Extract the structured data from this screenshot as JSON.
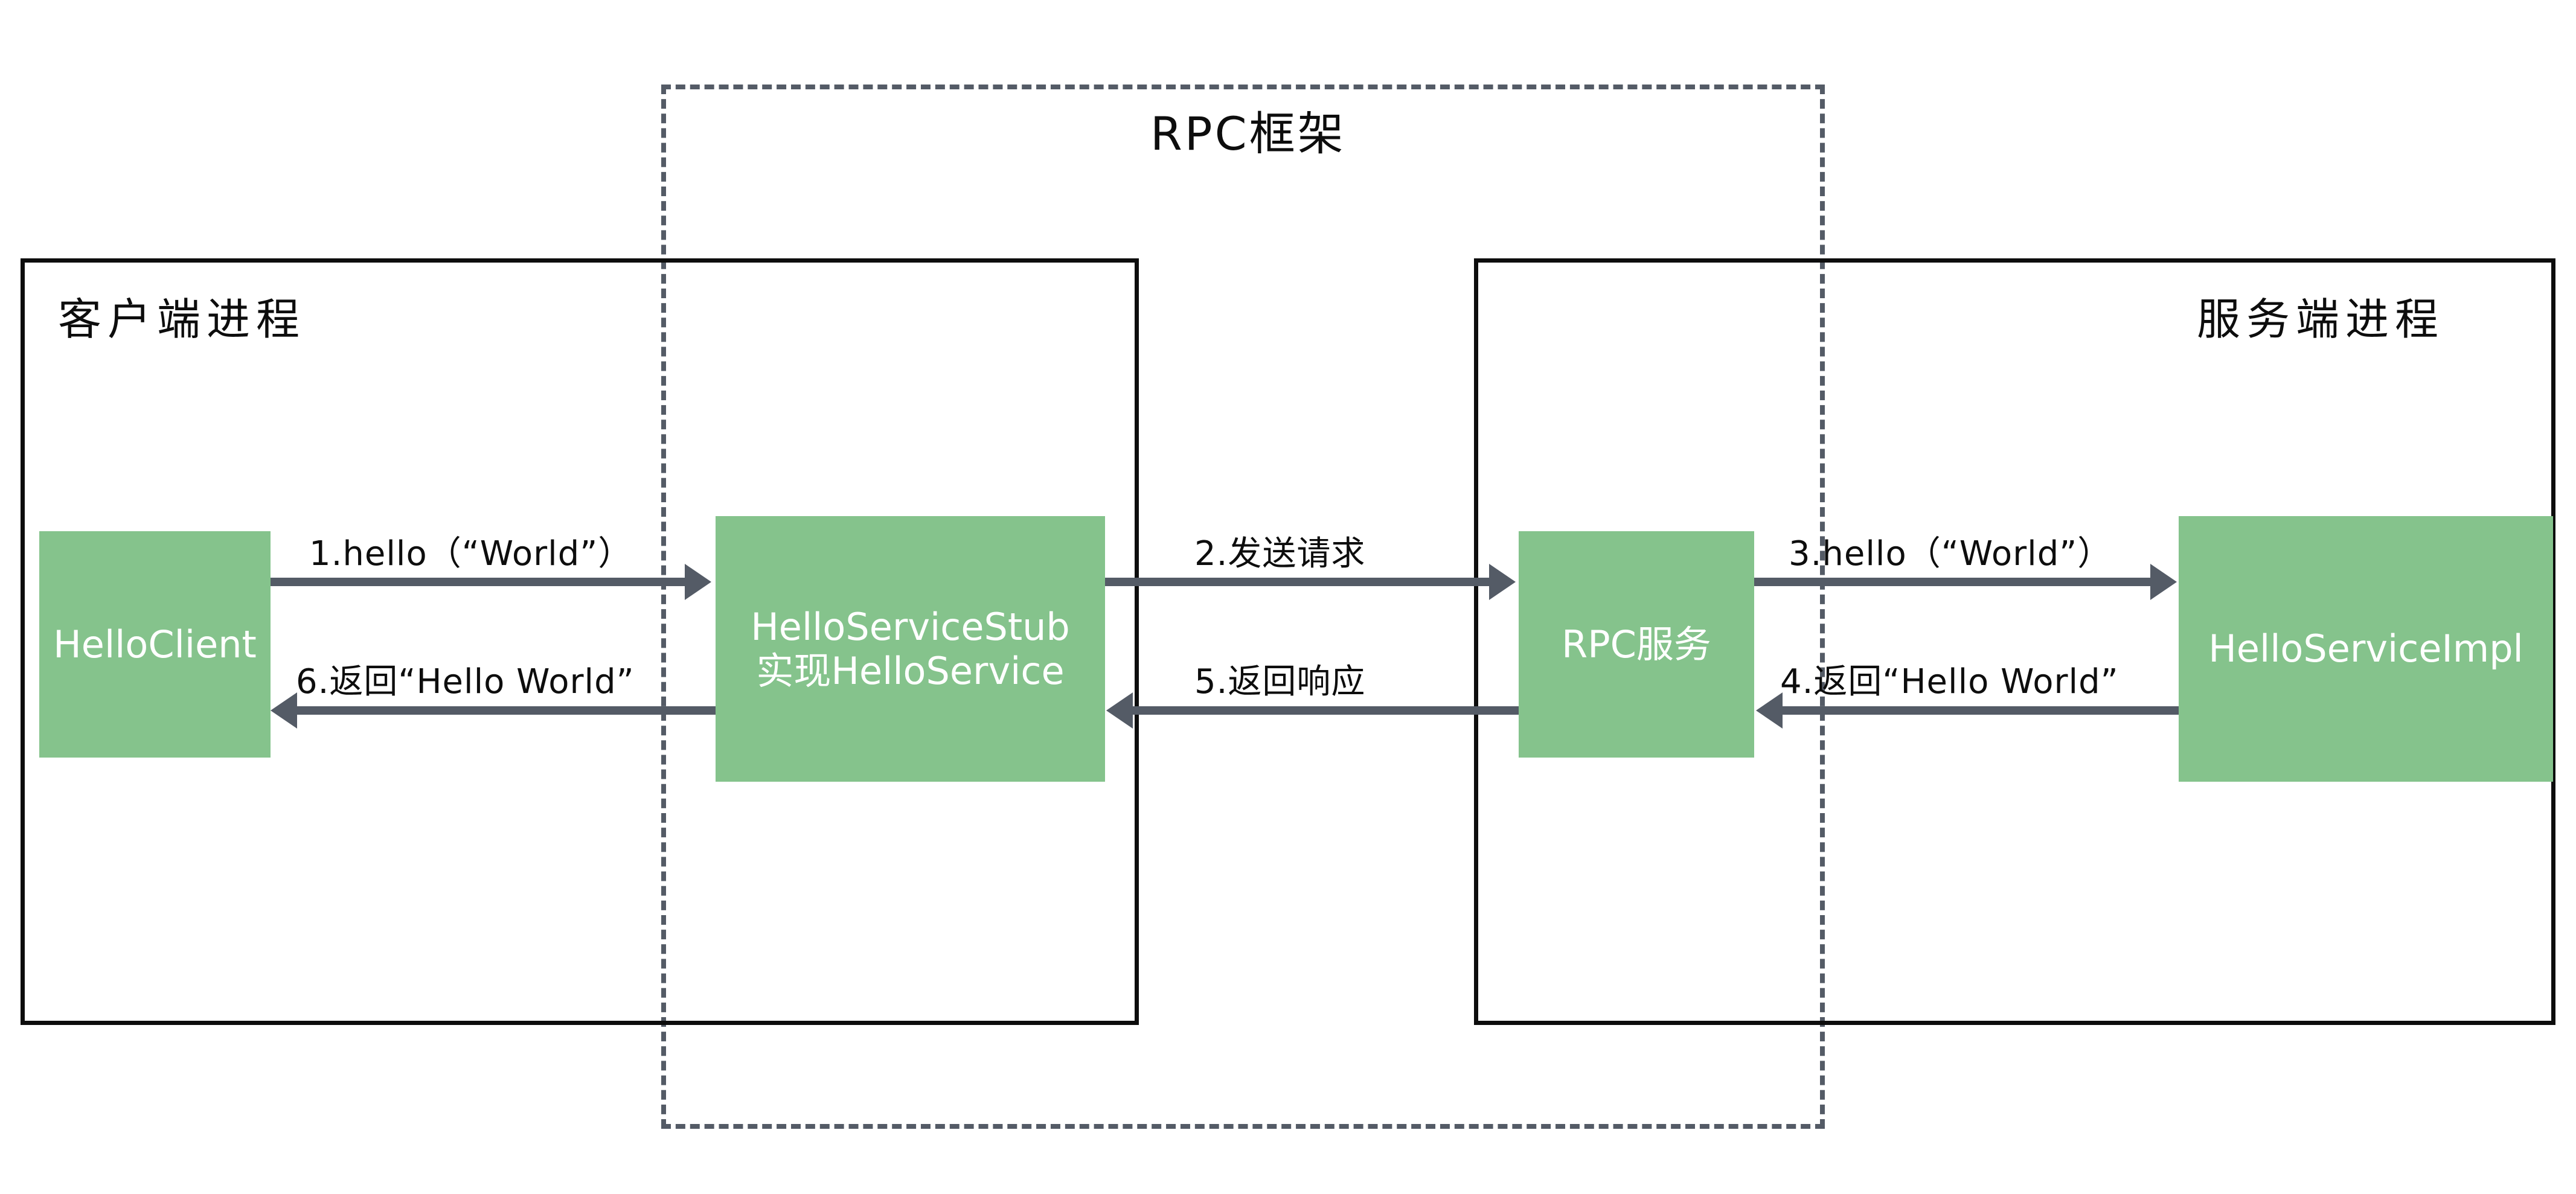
{
  "diagram": {
    "framework": {
      "title": "RPC框架"
    },
    "processes": [
      {
        "id": "client-process",
        "label": "客户端进程"
      },
      {
        "id": "server-process",
        "label": "服务端进程"
      }
    ],
    "nodes": [
      {
        "id": "hello-client",
        "lines": [
          "HelloClient"
        ]
      },
      {
        "id": "hello-service-stub",
        "lines": [
          "HelloServiceStub",
          "实现HelloService"
        ]
      },
      {
        "id": "rpc-service",
        "lines": [
          "RPC服务"
        ]
      },
      {
        "id": "hello-service-impl",
        "lines": [
          "HelloServiceImpl"
        ]
      }
    ],
    "flows": [
      {
        "step": "1",
        "label": "1.hello（“World”）",
        "direction": "right",
        "from": "hello-client",
        "to": "hello-service-stub"
      },
      {
        "step": "2",
        "label": "2.发送请求",
        "direction": "right",
        "from": "hello-service-stub",
        "to": "rpc-service"
      },
      {
        "step": "3",
        "label": "3.hello（“World”）",
        "direction": "right",
        "from": "rpc-service",
        "to": "hello-service-impl"
      },
      {
        "step": "4",
        "label": "4.返回“Hello World”",
        "direction": "left",
        "from": "hello-service-impl",
        "to": "rpc-service"
      },
      {
        "step": "5",
        "label": "5.返回响应",
        "direction": "left",
        "from": "rpc-service",
        "to": "hello-service-stub"
      },
      {
        "step": "6",
        "label": "6.返回“Hello World”",
        "direction": "left",
        "from": "hello-service-stub",
        "to": "hello-client"
      }
    ],
    "colors": {
      "node_fill": "#85c38c",
      "node_text": "#ffffff",
      "arrow": "#545b66",
      "border": "#0d0d0d",
      "framework_border": "#545b66",
      "background": "#ffffff"
    }
  }
}
